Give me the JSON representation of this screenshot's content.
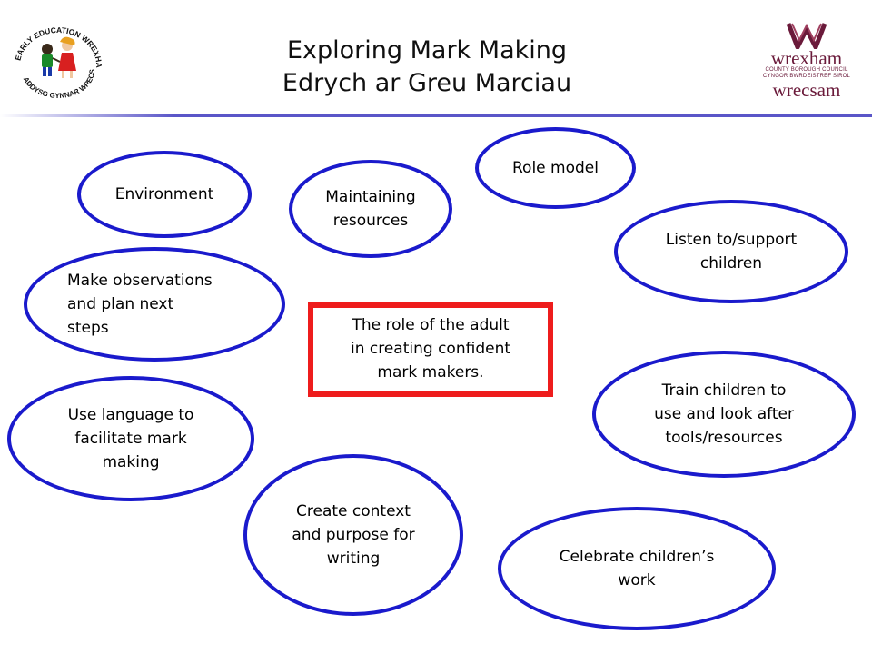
{
  "header": {
    "title_line1": "Exploring Mark Making",
    "title_line2": "Edrych ar Greu Marciau"
  },
  "colors": {
    "oval_border": "#1a1acc",
    "center_border": "#ee1c1c",
    "rule": "#5a56c8",
    "wrexham_brand": "#6a1a3a"
  },
  "logos": {
    "left_badge": {
      "text_top": "EARLY EDUCATION WREXHAM",
      "text_bottom": "ADDYSG GYNNAR WRECSAM"
    },
    "right_council": {
      "line1": "wrexham",
      "line2": "COUNTY BOROUGH COUNCIL",
      "line3": "CYNGOR BWRDEISTREF SIROL",
      "line4": "wrecsam"
    }
  },
  "center": {
    "line1": "The role of the adult",
    "line2": "in creating confident",
    "line3": "mark makers."
  },
  "ovals": {
    "environment": {
      "lines": [
        "Environment"
      ]
    },
    "maintaining": {
      "lines": [
        "Maintaining",
        "resources"
      ]
    },
    "role_model": {
      "lines": [
        "Role model"
      ]
    },
    "listen": {
      "lines": [
        "Listen to/support",
        "children"
      ]
    },
    "observations": {
      "lines": [
        "Make observations",
        "and plan next",
        "steps"
      ]
    },
    "language": {
      "lines": [
        "Use language to",
        "facilitate mark",
        "making"
      ]
    },
    "train": {
      "lines": [
        "Train children to",
        "use and look after",
        "tools/resources"
      ]
    },
    "context": {
      "lines": [
        "Create context",
        "and purpose for",
        "writing"
      ]
    },
    "celebrate": {
      "lines": [
        "Celebrate children’s",
        "work"
      ]
    }
  }
}
